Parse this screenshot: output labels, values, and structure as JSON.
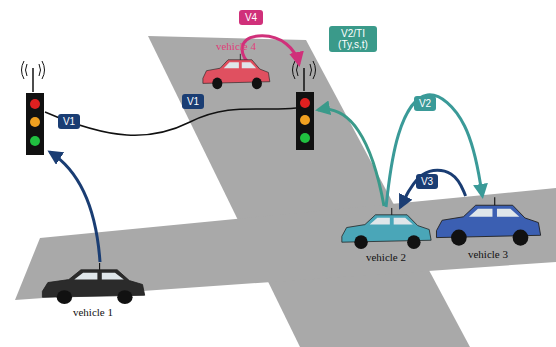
{
  "diagram": {
    "nodes": [
      {
        "text": [
          "vehicle 4"
        ]
      },
      {
        "text": [
          "vehicle 1"
        ]
      },
      {
        "text": [
          "vehicle 2"
        ]
      },
      {
        "text": [
          "vehicle 3"
        ]
      }
    ],
    "edges": [
      {
        "from": 2,
        "to": 3,
        "label": "V2",
        "arrow": "to"
      },
      {
        "from": 3,
        "to": 2,
        "label": "V3",
        "arrow": "to"
      }
    ],
    "labels": [
      "V1",
      "V1",
      "V4",
      "V2/TI (Ty,s,t)"
    ]
  }
}
